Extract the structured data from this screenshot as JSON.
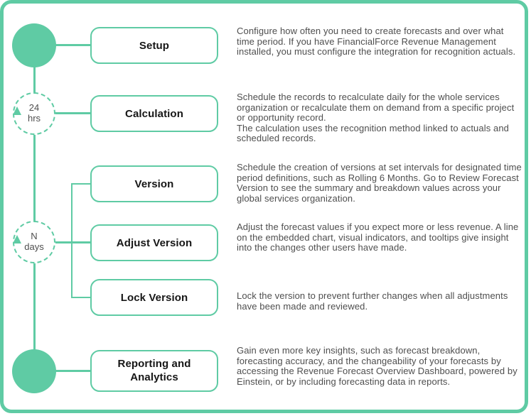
{
  "theme": {
    "accent_green": "#5FCBA4",
    "label_color": "#161616",
    "body_text_color": "#4E4E4E"
  },
  "timeline": {
    "intervals": [
      {
        "line1": "24",
        "line2": "hrs"
      },
      {
        "line1": "N",
        "line2": "days"
      }
    ]
  },
  "steps": [
    {
      "label": "Setup",
      "description": "Configure how often you need to create forecasts and over what time period. If you have FinancialForce Revenue Management installed, you must configure the integration for recognition actuals."
    },
    {
      "label": "Calculation",
      "description": "Schedule the records to recalculate daily for the whole services organization or recalculate them on demand from a specific project or opportunity record.\nThe calculation uses the recognition method linked to actuals and scheduled records."
    },
    {
      "label": "Version",
      "description": "Schedule the creation of versions at set intervals for designated time period definitions, such as Rolling 6 Months. Go to Review Forecast Version to see the summary and breakdown values across your global services organization."
    },
    {
      "label": "Adjust Version",
      "description": "Adjust the forecast values if you expect more or less revenue. A line on the embedded chart, visual indicators, and tooltips give insight into the changes other users have made."
    },
    {
      "label": "Lock Version",
      "description": "Lock the version to prevent further changes when all adjustments have been made and reviewed."
    },
    {
      "label": "Reporting and Analytics",
      "description": "Gain even more key insights, such as forecast breakdown, forecasting accuracy, and the changeability of your forecasts by accessing the Revenue Forecast Overview Dashboard, powered by Einstein, or by including forecasting data in reports."
    }
  ]
}
